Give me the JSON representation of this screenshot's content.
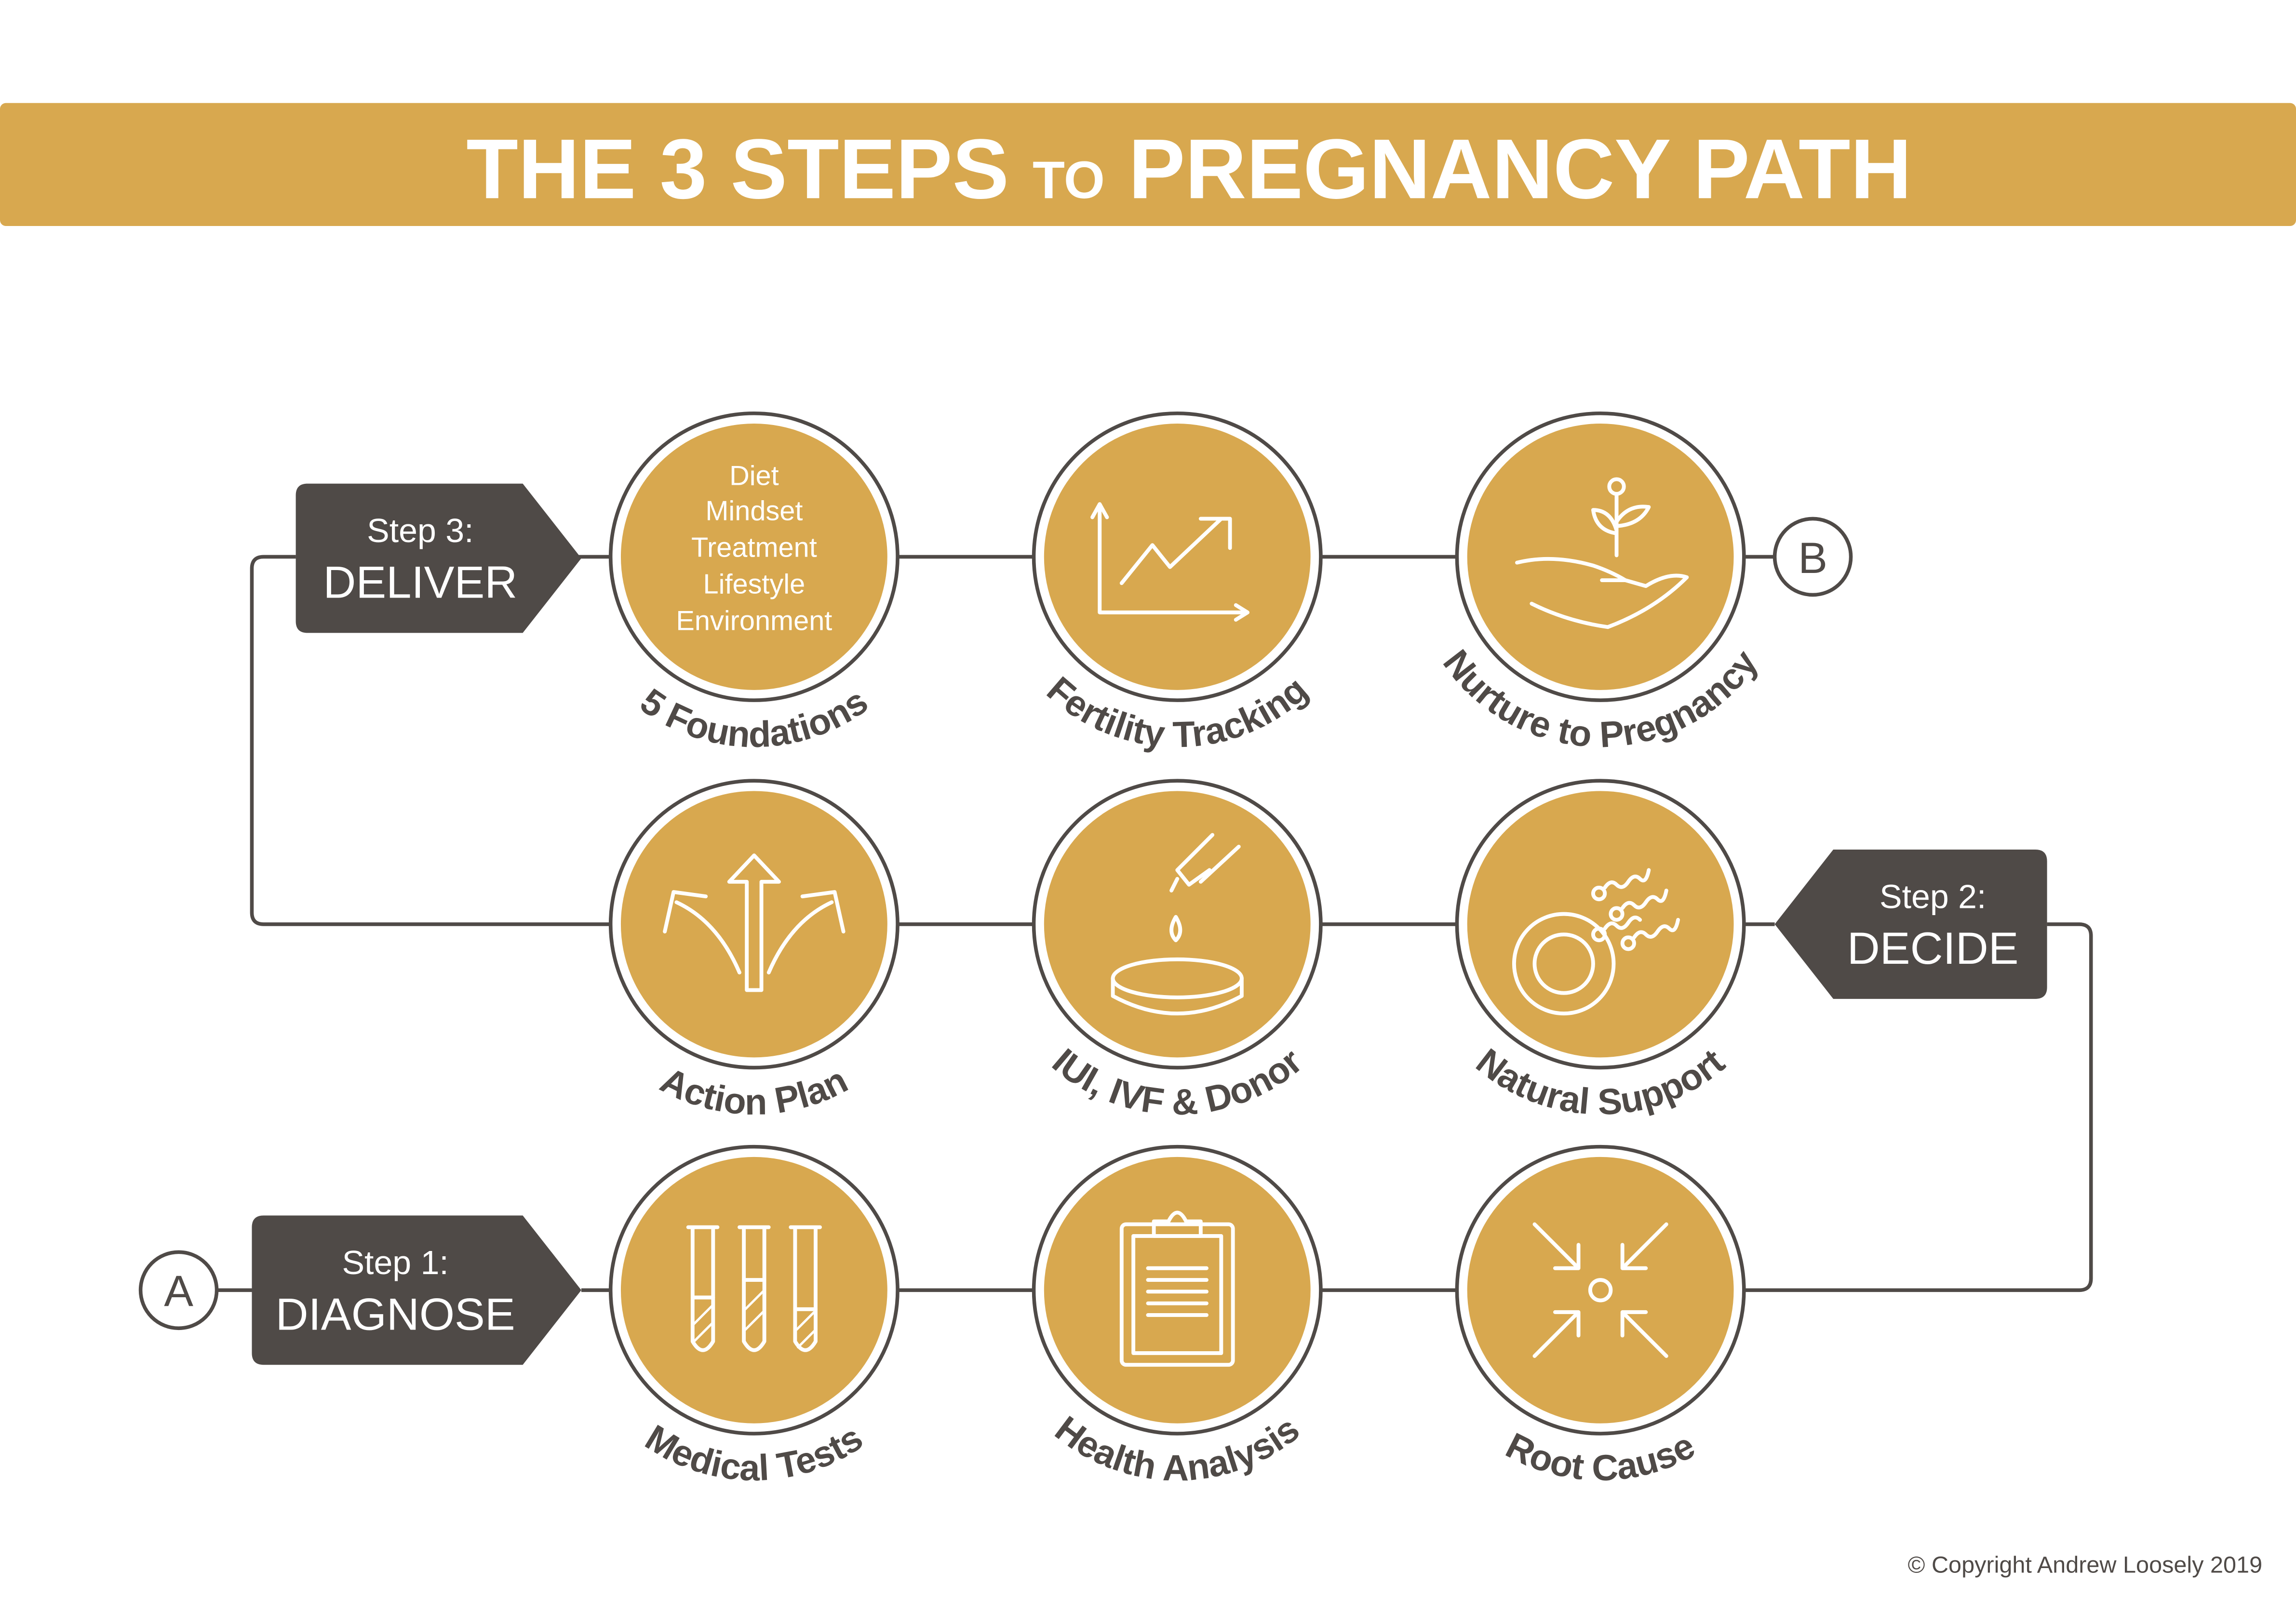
{
  "title": {
    "part1": "THE 3 STEPS",
    "part2": "TO",
    "part3": "PREGNANCY PATH"
  },
  "colors": {
    "gold": "#D8A84F",
    "dark": "#4F4A47",
    "white": "#FFFFFF"
  },
  "steps": [
    {
      "step": "Step 1:",
      "name": "DIAGNOSE"
    },
    {
      "step": "Step 2:",
      "name": "DECIDE"
    },
    {
      "step": "Step 3:",
      "name": "DELIVER"
    }
  ],
  "markers": {
    "start": "A",
    "end": "B"
  },
  "circles": {
    "foundations": {
      "label": "5 Foundations",
      "items": [
        "Diet",
        "Mindset",
        "Treatment",
        "Lifestyle",
        "Environment"
      ]
    },
    "fertility_tracking": {
      "label": "Fertility Tracking",
      "icon": "growth-chart-icon"
    },
    "nurture": {
      "label": "Nurture to Pregnancy",
      "icon": "hand-plant-icon"
    },
    "action_plan": {
      "label": "Action Plan",
      "icon": "split-arrows-icon"
    },
    "iui_ivf": {
      "label": "IUI, IVF & Donor",
      "icon": "pipette-dish-icon"
    },
    "natural_support": {
      "label": "Natural Support",
      "icon": "egg-sperm-icon"
    },
    "medical_tests": {
      "label": "Medical Tests",
      "icon": "test-tubes-icon"
    },
    "health_analysis": {
      "label": "Health Analysis",
      "icon": "clipboard-icon"
    },
    "root_cause": {
      "label": "Root Cause",
      "icon": "converging-arrows-icon"
    }
  },
  "copyright": "© Copyright Andrew Loosely 2019"
}
